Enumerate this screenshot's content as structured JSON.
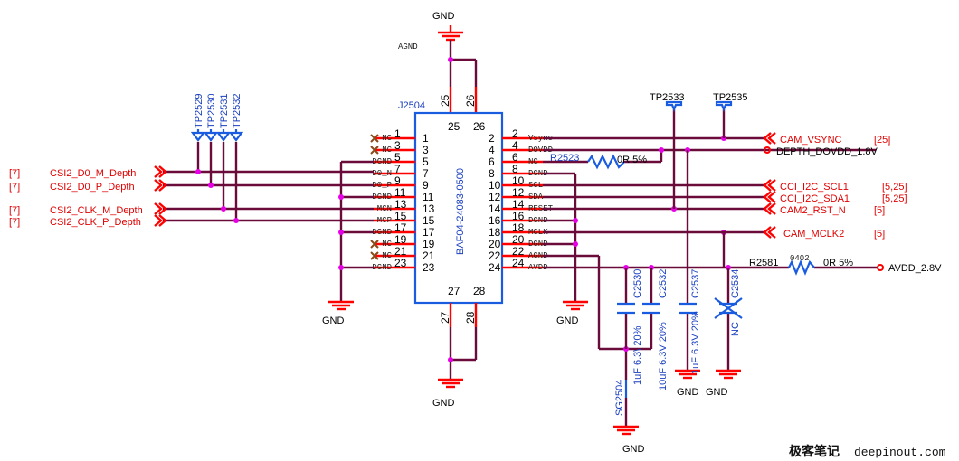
{
  "connector": {
    "ref": "J2504",
    "part": "BAF04-24083-0500",
    "top_pins": [
      "25",
      "26"
    ],
    "bottom_pins": [
      "27",
      "28"
    ],
    "left_pins": [
      "1",
      "3",
      "5",
      "7",
      "9",
      "11",
      "13",
      "15",
      "17",
      "19",
      "21",
      "23"
    ],
    "right_pins": [
      "2",
      "4",
      "6",
      "8",
      "10",
      "12",
      "14",
      "16",
      "18",
      "20",
      "22",
      "24"
    ],
    "left_internal": [
      "1",
      "3",
      "5",
      "7",
      "9",
      "11",
      "13",
      "15",
      "17",
      "19",
      "21",
      "23"
    ],
    "right_internal": [
      "2",
      "4",
      "6",
      "8",
      "10",
      "12",
      "14",
      "16",
      "18",
      "20",
      "22",
      "24"
    ],
    "left_signals": [
      "NC",
      "NC",
      "DGND",
      "D0_N",
      "D0_P",
      "DGND",
      "MCN",
      "MCP",
      "DGND",
      "NC",
      "NC",
      "DGND"
    ],
    "right_signals": [
      "Vsync",
      "DOVDD",
      "NC",
      "DGND",
      "SCL",
      "SDA",
      "RESET",
      "DGND",
      "MCLK",
      "DGND",
      "AGND",
      "AVDD"
    ]
  },
  "labels": {
    "agnd": "AGND",
    "gnd": "GND",
    "tp": [
      "TP2529",
      "TP2530",
      "TP2531",
      "TP2532"
    ],
    "tp_right": [
      "TP2533",
      "TP2535"
    ]
  },
  "left_nets": [
    {
      "ref": "[7]",
      "name": "CSI2_D0_M_Depth"
    },
    {
      "ref": "[7]",
      "name": "CSI2_D0_P_Depth"
    },
    {
      "ref": "[7]",
      "name": "CSI2_CLK_M_Depth"
    },
    {
      "ref": "[7]",
      "name": "CSI2_CLK_P_Depth"
    }
  ],
  "right_nets": [
    {
      "name": "CAM_VSYNC",
      "ref": "[25]"
    },
    {
      "name": "DEPTH_DOVDD_1.8V",
      "ref": ""
    },
    {
      "name": "CCI_I2C_SCL1",
      "ref": "[5,25]"
    },
    {
      "name": "CCI_I2C_SDA1",
      "ref": "[5,25]"
    },
    {
      "name": "CAM2_RST_N",
      "ref": "[5]"
    },
    {
      "name": "CAM_MCLK2",
      "ref": "[5]"
    },
    {
      "name": "AVDD_2.8V",
      "ref": ""
    }
  ],
  "resistors": {
    "r2523": {
      "ref": "R2523",
      "value": "0R 5%"
    },
    "r2581": {
      "ref": "R2581",
      "pkg": "0402",
      "value": "0R 5%"
    }
  },
  "caps": {
    "c2530": {
      "ref": "C2530",
      "value": "1uF 6.3\\ 20%"
    },
    "c2532": {
      "ref": "C2532",
      "value": "10uF 6.3V 20%"
    },
    "c2537": {
      "ref": "C2537",
      "value": "1uF 6.3V 20%"
    },
    "c2534": {
      "ref": "C2534",
      "value": "NC"
    }
  },
  "spark_gap": "SG2504",
  "watermark": {
    "cn": "极客笔记",
    "url": "deepinout.com"
  }
}
